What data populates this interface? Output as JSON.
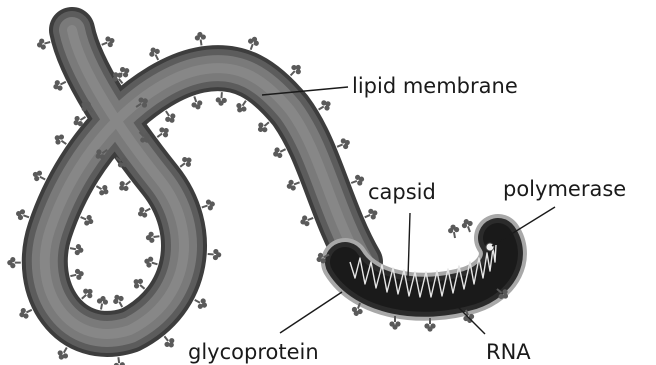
{
  "labels": {
    "lipid_membrane": "lipid membrane",
    "capsid": "capsid",
    "polymerase": "polymerase",
    "glycoprotein": "glycoprotein",
    "rna": "RNA"
  },
  "colors": {
    "envelope_outer": "#4a4a4a",
    "envelope_mid": "#6e6e6e",
    "envelope_inner": "#8a8a8a",
    "spike": "#5a5a5a",
    "capsid_shell": "#9a9a9a",
    "core": "#1f1f1f",
    "rna_coil": "#e6e6e6"
  },
  "icons": {
    "spike": "glycoprotein-spike-icon"
  }
}
